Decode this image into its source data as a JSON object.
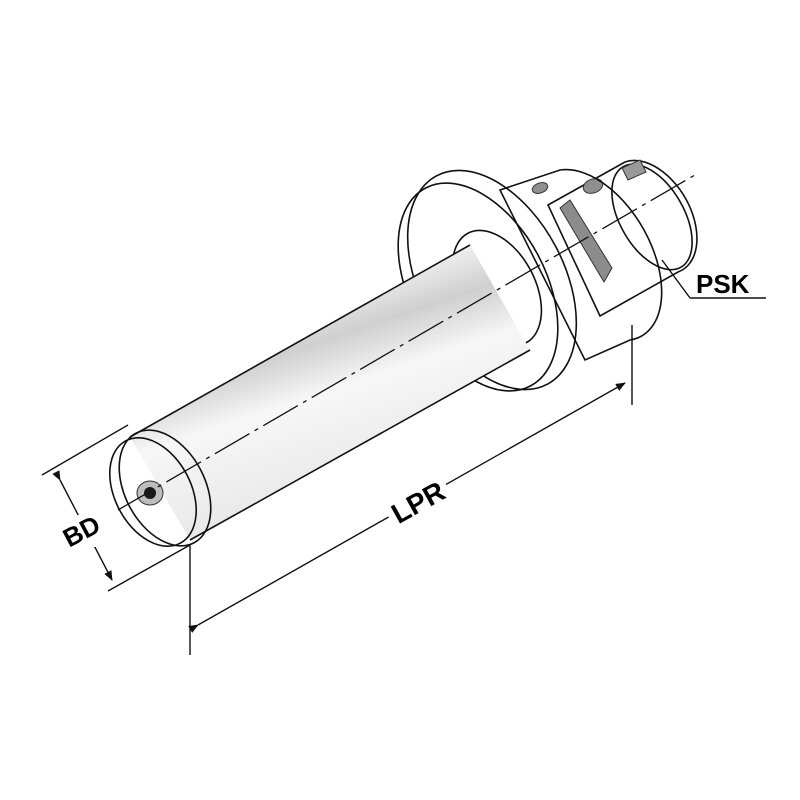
{
  "diagram": {
    "subject": "shrink-fit tool holder extension (PSK taper shank)",
    "labels": {
      "bore_diameter": "BD",
      "projection_length": "LPR",
      "shank_type": "PSK"
    },
    "colors": {
      "background": "#ffffff",
      "outline": "#111111",
      "metal_light": "#f4f4f4",
      "metal_mid": "#d6d6d6",
      "metal_dark": "#a8a8a8",
      "slot_dark": "#8c8c8c"
    }
  }
}
